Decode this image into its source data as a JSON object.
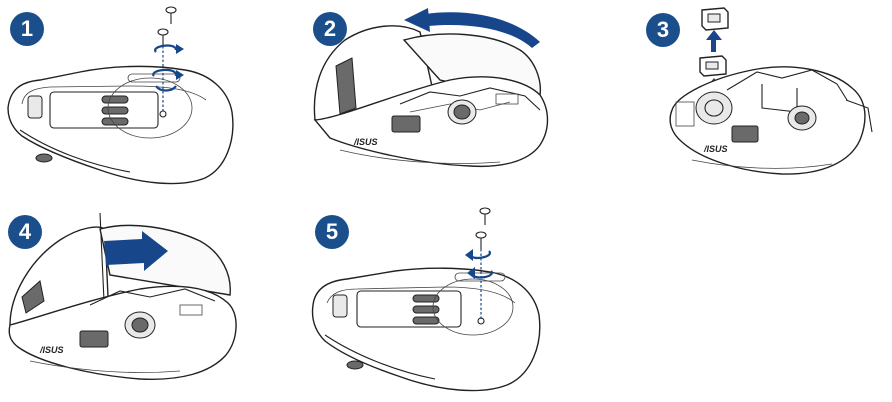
{
  "steps": [
    {
      "number": "1",
      "brand": "",
      "icon": "screw-removal-icon"
    },
    {
      "number": "2",
      "brand": "/ISUS",
      "icon": "lift-cover-arrow-icon"
    },
    {
      "number": "3",
      "brand": "/ISUS",
      "icon": "switch-lift-arrow-icon"
    },
    {
      "number": "4",
      "brand": "/ISUS",
      "icon": "slide-cover-arrow-icon"
    },
    {
      "number": "5",
      "brand": "",
      "icon": "screw-install-icon"
    }
  ],
  "colors": {
    "accent": "#1b4f8c",
    "arrow": "#17478a"
  }
}
